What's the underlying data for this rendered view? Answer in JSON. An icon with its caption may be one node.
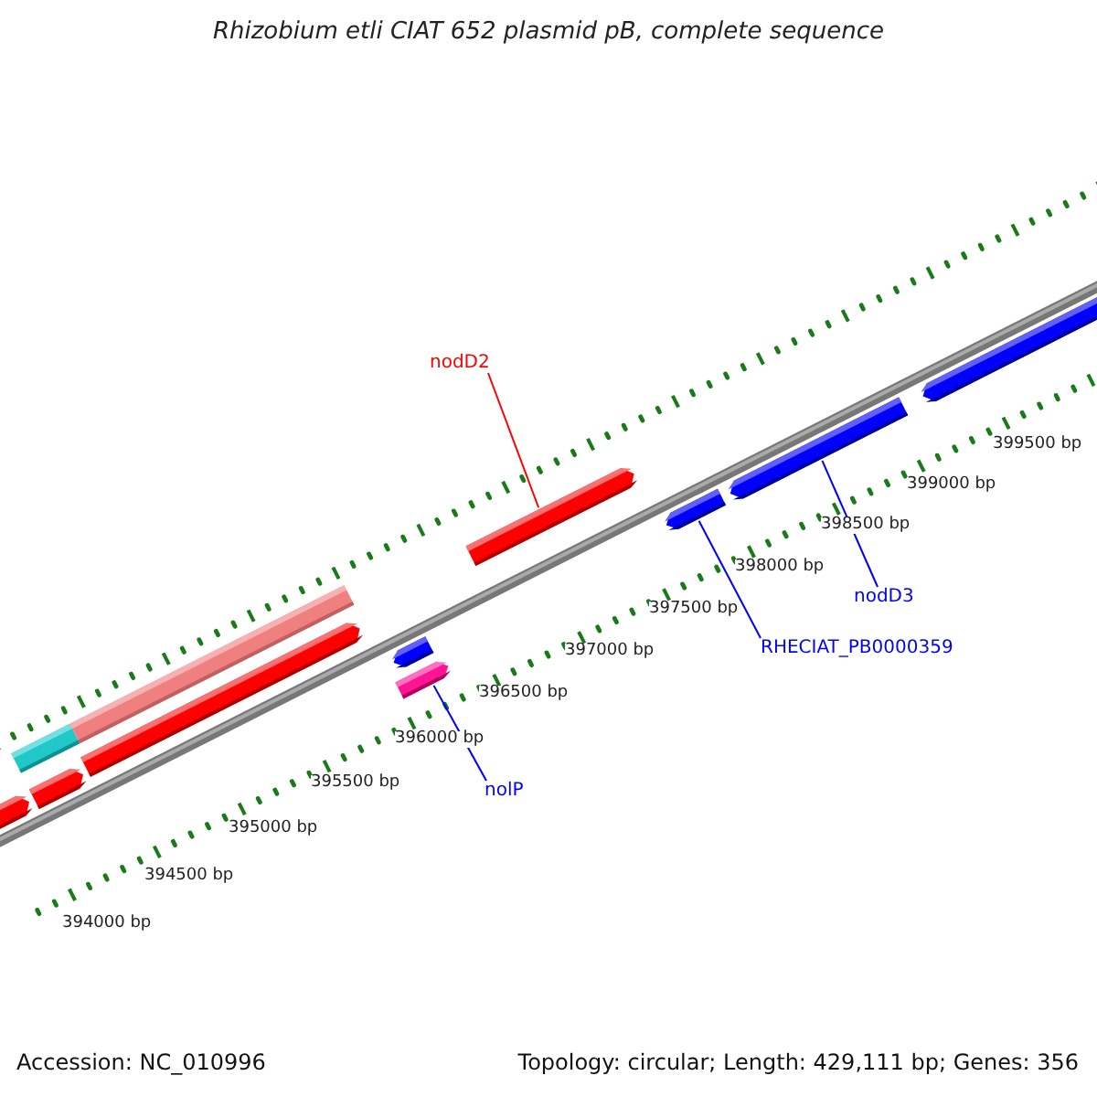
{
  "diagram": {
    "title": "Rhizobium etli CIAT 652 plasmid pB, complete sequence",
    "nodes": [
      {
        "text": [
          "nodD2"
        ]
      },
      {
        "text": [
          "nodD3"
        ]
      },
      {
        "text": [
          "RHECIAT_PB0000359"
        ]
      },
      {
        "text": [
          "nolP"
        ]
      },
      {
        "text": [],
        "shape": "bar"
      },
      {
        "text": [],
        "shape": "bar"
      },
      {
        "text": [],
        "shape": "bar"
      },
      {
        "text": [],
        "shape": "bar"
      }
    ],
    "edges": [
      {
        "from": 0,
        "to": 5,
        "arrow": "none",
        "color": "#ff0000"
      },
      {
        "from": 1,
        "to": 7,
        "arrow": "none"
      },
      {
        "from": 2,
        "to": 6,
        "arrow": "none"
      },
      {
        "from": 3,
        "to": 4,
        "arrow": "none"
      }
    ],
    "labels": [
      "399500 bp",
      "399000 bp",
      "398500 bp",
      "398000 bp",
      "397500 bp",
      "397000 bp",
      "396500 bp",
      "396000 bp",
      "395500 bp",
      "395000 bp",
      "394500 bp",
      "394000 bp",
      "Accession: NC_010996",
      "Topology: circular; Length: 429,111 bp; Genes: 356"
    ]
  }
}
